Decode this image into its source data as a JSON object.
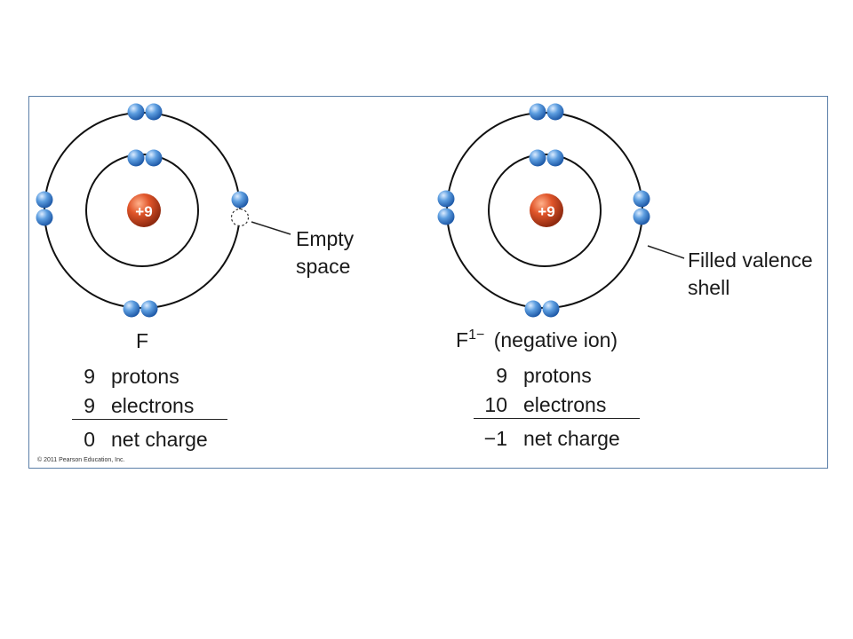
{
  "atom": {
    "nucleus_label": "+9",
    "symbol": "F",
    "callout": [
      "Empty",
      "space"
    ],
    "rows": [
      {
        "number": "9",
        "label": "protons"
      },
      {
        "number": "9",
        "label": "electrons"
      }
    ],
    "total": {
      "number": "0",
      "label": "net charge"
    }
  },
  "ion": {
    "nucleus_label": "+9",
    "symbol": "F",
    "superscript": "1−",
    "description": "(negative ion)",
    "callout": [
      "Filled valence",
      "shell"
    ],
    "rows": [
      {
        "number": "9",
        "label": "protons"
      },
      {
        "number": "10",
        "label": "electrons"
      }
    ],
    "total": {
      "number": "−1",
      "label": "net charge"
    }
  },
  "copyright": "© 2011 Pearson Education, Inc.",
  "colors": {
    "electron": "#4a8fd6",
    "nucleus": "#d64a1e",
    "orbit": "#111111",
    "frame": "#5b7fa8"
  },
  "icons": {
    "electron": "blue-sphere",
    "empty_space": "dashed-circle",
    "nucleus": "red-sphere"
  }
}
